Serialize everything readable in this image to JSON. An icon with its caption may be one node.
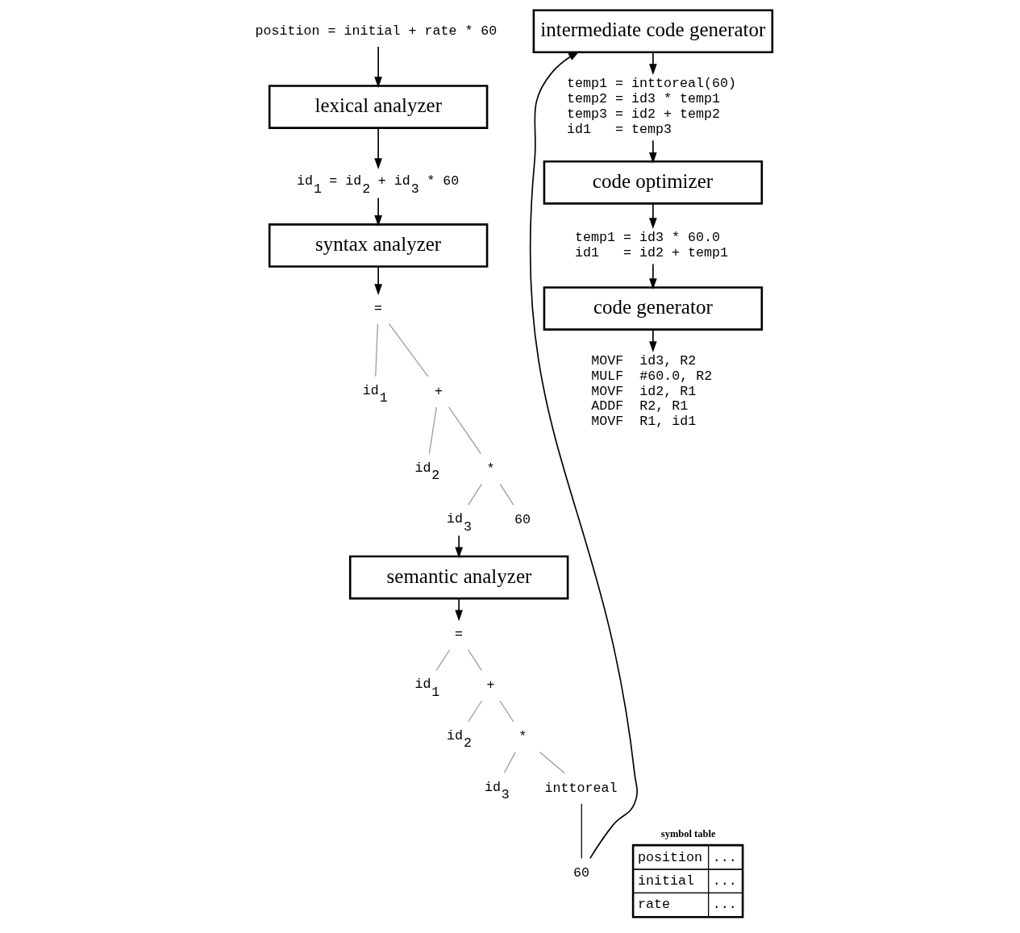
{
  "diagram": {
    "nodes": [
      {
        "text": [
          "position = initial + rate * 60"
        ]
      },
      {
        "text": [
          "lexical analyzer"
        ]
      },
      {
        "text": [
          "id$_{1}$ = id$_{2}$ + id$_{3}$ * 60"
        ]
      },
      {
        "text": [
          "syntax analyzer"
        ]
      },
      {
        "text": [
          "="
        ]
      },
      {
        "text": [
          "id$_{1}$"
        ]
      },
      {
        "text": [
          "+"
        ]
      },
      {
        "text": [
          "id$_{2}$"
        ]
      },
      {
        "text": [
          "*"
        ]
      },
      {
        "text": [
          "id$_{3}$"
        ]
      },
      {
        "text": [
          "60"
        ]
      },
      {
        "text": [
          "semantic analyzer"
        ]
      },
      {
        "text": [
          "="
        ]
      },
      {
        "text": [
          "id$_{1}$"
        ]
      },
      {
        "text": [
          "+"
        ]
      },
      {
        "text": [
          "id$_{2}$"
        ]
      },
      {
        "text": [
          "*"
        ]
      },
      {
        "text": [
          "id$_{3}$"
        ]
      },
      {
        "text": [
          "inttoreal"
        ]
      },
      {
        "text": [
          "60"
        ]
      },
      {
        "text": [
          "intermediate code generator"
        ]
      },
      {
        "text": [
          "temp1 = inttoreal(60)",
          "temp2 = id3 * temp1",
          "temp3 = id2 + temp2",
          "id1   = temp3"
        ]
      },
      {
        "text": [
          "code optimizer"
        ]
      },
      {
        "text": [
          "temp1 = id3 * 60.0",
          "id1   = id2 + temp1"
        ]
      },
      {
        "text": [
          "code generator"
        ]
      },
      {
        "text": [
          "MOVF  id3, R2",
          "MULF  #60.0, R2",
          "MOVF  id2, R1",
          "ADDF  R2, R1",
          "MOVF  R1, id1"
        ]
      },
      {
        "text": [
          "symbol table",
          "position",
          "...",
          "initial",
          "...",
          "rate",
          "..."
        ]
      }
    ],
    "edges": [
      {
        "from": 0,
        "to": 1,
        "arrow": "to"
      },
      {
        "from": 1,
        "to": 2,
        "arrow": "to"
      },
      {
        "from": 2,
        "to": 3,
        "arrow": "to"
      },
      {
        "from": 3,
        "to": 4,
        "arrow": "to"
      },
      {
        "from": 4,
        "to": 5,
        "arrow": "none",
        "color": "#999999"
      },
      {
        "from": 4,
        "to": 6,
        "arrow": "none",
        "color": "#999999"
      },
      {
        "from": 6,
        "to": 7,
        "arrow": "none",
        "color": "#999999"
      },
      {
        "from": 6,
        "to": 8,
        "arrow": "none",
        "color": "#999999"
      },
      {
        "from": 8,
        "to": 9,
        "arrow": "none",
        "color": "#999999"
      },
      {
        "from": 8,
        "to": 10,
        "arrow": "none",
        "color": "#999999"
      },
      {
        "from": 9,
        "to": 11,
        "arrow": "to"
      },
      {
        "from": 11,
        "to": 12,
        "arrow": "to"
      },
      {
        "from": 12,
        "to": 13,
        "arrow": "none",
        "color": "#999999"
      },
      {
        "from": 12,
        "to": 14,
        "arrow": "none",
        "color": "#999999"
      },
      {
        "from": 14,
        "to": 15,
        "arrow": "none",
        "color": "#999999"
      },
      {
        "from": 14,
        "to": 16,
        "arrow": "none",
        "color": "#999999"
      },
      {
        "from": 16,
        "to": 17,
        "arrow": "none",
        "color": "#999999"
      },
      {
        "from": 16,
        "to": 18,
        "arrow": "none",
        "color": "#999999"
      },
      {
        "from": 18,
        "to": 19,
        "arrow": "none"
      },
      {
        "from": 19,
        "to": 20,
        "arrow": "to"
      },
      {
        "from": 20,
        "to": 21,
        "arrow": "to"
      },
      {
        "from": 21,
        "to": 22,
        "arrow": "to"
      },
      {
        "from": 22,
        "to": 23,
        "arrow": "to"
      },
      {
        "from": 23,
        "to": 24,
        "arrow": "to"
      },
      {
        "from": 24,
        "to": 25,
        "arrow": "to"
      }
    ]
  }
}
